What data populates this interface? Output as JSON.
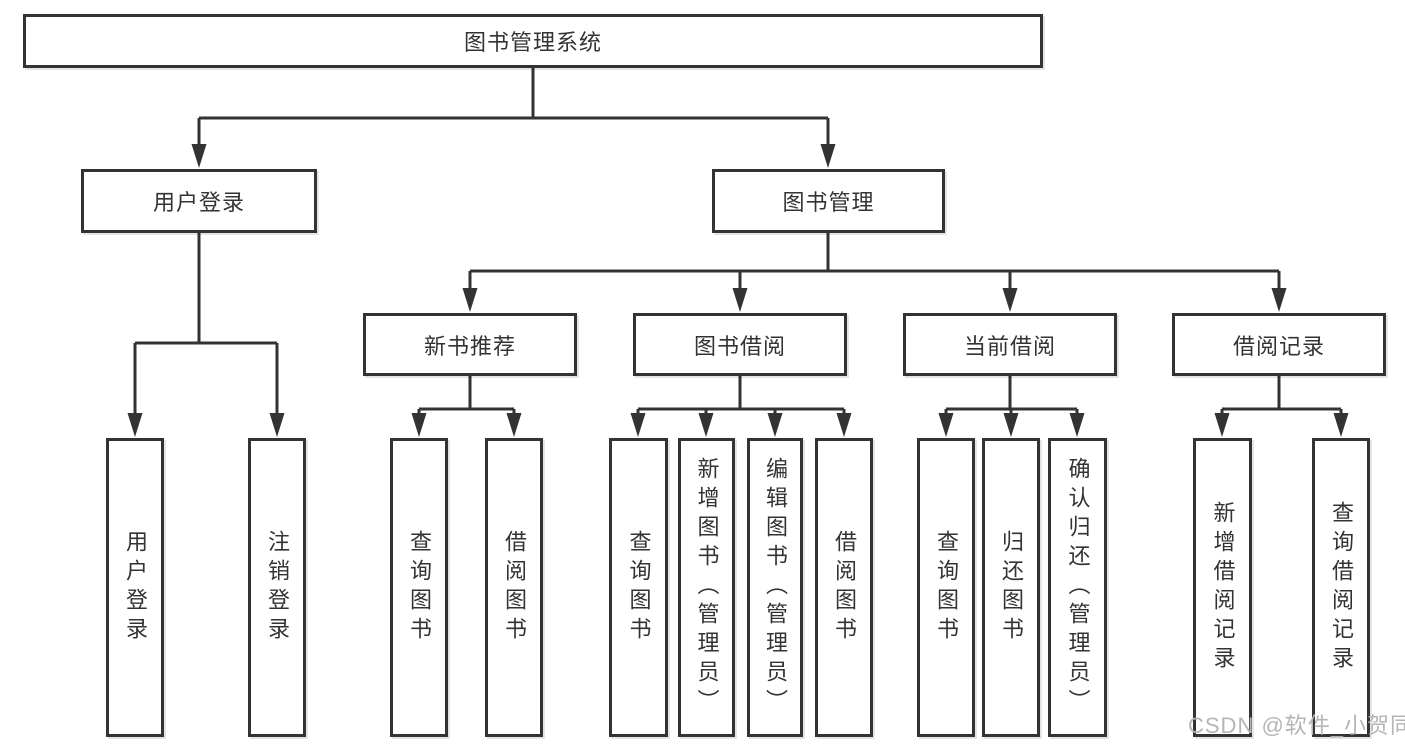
{
  "diagram": {
    "root": {
      "label": "图书管理系统"
    },
    "user_login": {
      "label": "用户登录",
      "children": [
        {
          "label": "用户登录"
        },
        {
          "label": "注销登录"
        }
      ]
    },
    "book_mgmt": {
      "label": "图书管理",
      "children": [
        {
          "label": "新书推荐",
          "children": [
            {
              "label": "查询图书"
            },
            {
              "label": "借阅图书"
            }
          ]
        },
        {
          "label": "图书借阅",
          "children": [
            {
              "label": "查询图书"
            },
            {
              "label": "新增图书（管理员）"
            },
            {
              "label": "编辑图书（管理员）"
            },
            {
              "label": "借阅图书"
            }
          ]
        },
        {
          "label": "当前借阅",
          "children": [
            {
              "label": "查询图书"
            },
            {
              "label": "归还图书"
            },
            {
              "label": "确认归还（管理员）"
            }
          ]
        },
        {
          "label": "借阅记录",
          "children": [
            {
              "label": "新增借阅记录"
            },
            {
              "label": "查询借阅记录"
            }
          ]
        }
      ]
    },
    "watermark": "CSDN @软件_小贺同学",
    "colors": {
      "line": "#333333",
      "text": "#333333",
      "background": "#ffffff",
      "watermark": "#b5b5b5"
    }
  }
}
